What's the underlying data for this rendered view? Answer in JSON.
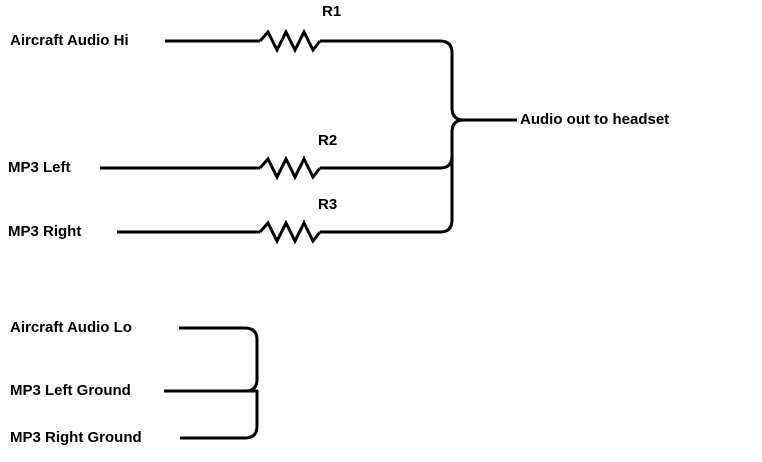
{
  "diagram": {
    "type": "circuit-schematic",
    "background_color": "#ffffff",
    "wire_color": "#000000",
    "text_color": "#000000",
    "signal_mixer": {
      "inputs": [
        {
          "label": "Aircraft Audio Hi",
          "resistor": "R1"
        },
        {
          "label": "MP3 Left",
          "resistor": "R2"
        },
        {
          "label": "MP3 Right",
          "resistor": "R3"
        }
      ],
      "output": {
        "label": "Audio out to headset"
      }
    },
    "ground_bus": {
      "inputs": [
        {
          "label": "Aircraft Audio Lo"
        },
        {
          "label": "MP3 Left Ground"
        },
        {
          "label": "MP3 Right Ground"
        }
      ]
    }
  }
}
